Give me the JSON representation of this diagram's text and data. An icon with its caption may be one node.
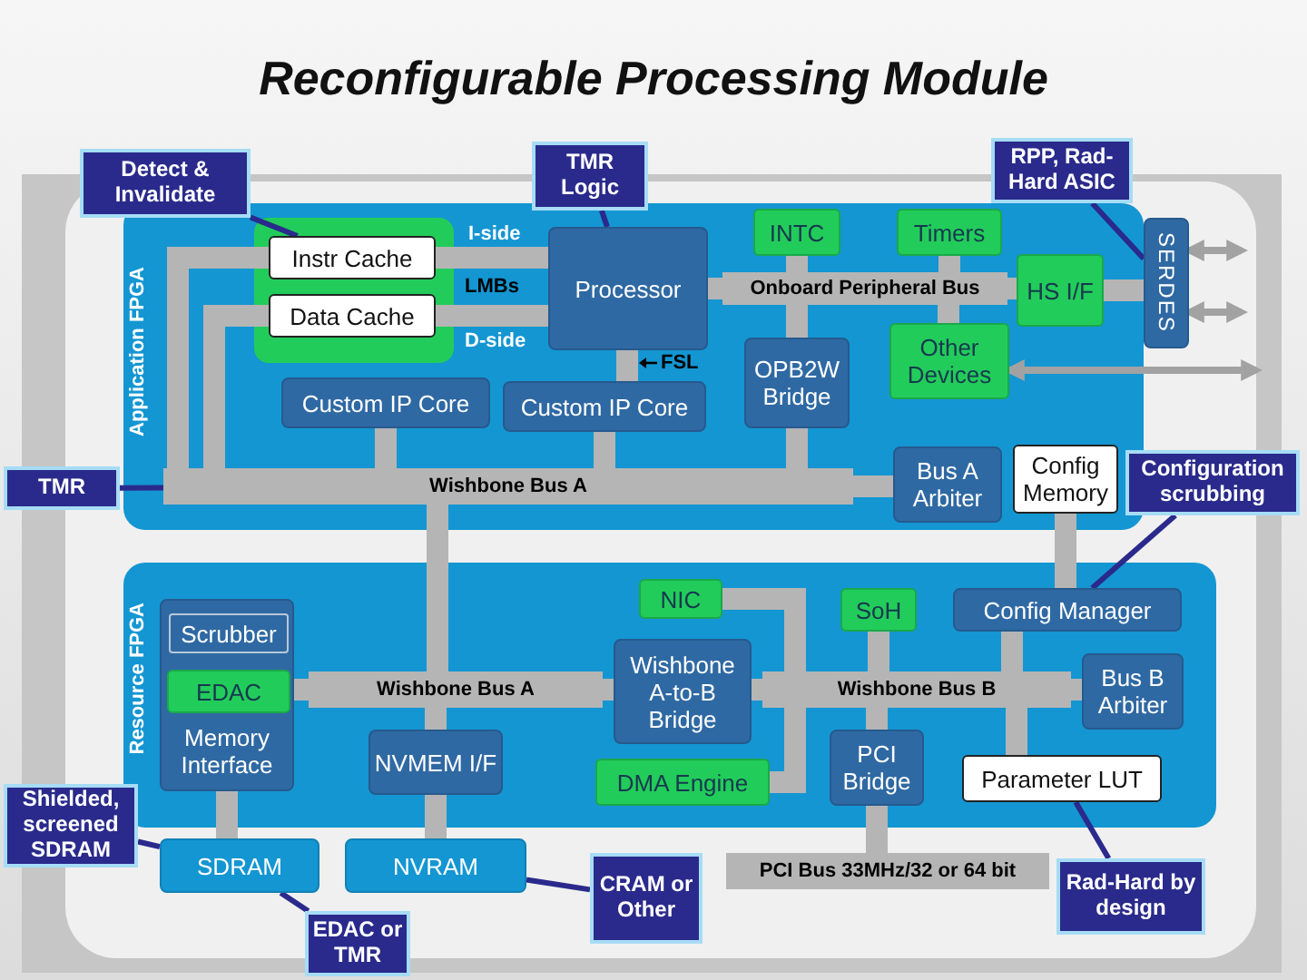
{
  "diagram": {
    "title": "Reconfigurable Processing Module",
    "nodes": [
      {
        "text": [
          "Application FPGA"
        ]
      },
      {
        "text": [],
        "shape": "box",
        "in": 0
      },
      {
        "text": [
          "Instr Cache"
        ],
        "in": 1
      },
      {
        "text": [
          "Data Cache"
        ],
        "in": 1
      },
      {
        "text": [
          "Processor"
        ],
        "in": 0
      },
      {
        "text": [
          "Custom IP Core"
        ],
        "in": 0
      },
      {
        "text": [
          "Custom IP Core"
        ],
        "in": 0
      },
      {
        "text": [
          "INTC"
        ],
        "in": 0
      },
      {
        "text": [
          "Timers"
        ],
        "in": 0
      },
      {
        "text": [
          "HS I/F"
        ],
        "in": 0
      },
      {
        "text": [
          "Onboard Peripheral Bus"
        ],
        "in": 0
      },
      {
        "text": [
          "OPB2W Bridge"
        ],
        "in": 0
      },
      {
        "text": [
          "Other Devices"
        ],
        "in": 0
      },
      {
        "text": [
          "Wishbone Bus A"
        ],
        "in": 0
      },
      {
        "text": [
          "Bus A Arbiter"
        ],
        "in": 0
      },
      {
        "text": [
          "Config Memory"
        ],
        "in": 0
      },
      {
        "text": [
          "SERDES"
        ]
      },
      {
        "text": [
          "Resource FPGA"
        ]
      },
      {
        "text": [
          "Memory Interface"
        ],
        "in": 17
      },
      {
        "text": [
          "Scrubber"
        ],
        "in": 18
      },
      {
        "text": [
          "EDAC"
        ],
        "in": 18
      },
      {
        "text": [
          "Wishbone Bus A"
        ],
        "in": 17
      },
      {
        "text": [
          "NVMEM I/F"
        ],
        "in": 17
      },
      {
        "text": [
          "NIC"
        ],
        "in": 17
      },
      {
        "text": [
          "Wishbone A-to-B Bridge"
        ],
        "in": 17
      },
      {
        "text": [
          "DMA Engine"
        ],
        "in": 17
      },
      {
        "text": [
          "SoH"
        ],
        "in": 17
      },
      {
        "text": [
          "Wishbone Bus B"
        ],
        "in": 17
      },
      {
        "text": [
          "PCI Bridge"
        ],
        "in": 17
      },
      {
        "text": [
          "Config Manager"
        ],
        "in": 17
      },
      {
        "text": [
          "Bus B Arbiter"
        ],
        "in": 17
      },
      {
        "text": [
          "Parameter LUT"
        ],
        "in": 17
      },
      {
        "text": [
          "SDRAM"
        ]
      },
      {
        "text": [
          "NVRAM"
        ]
      },
      {
        "text": [
          "PCI Bus 33MHz/32 or 64 bit"
        ]
      },
      {
        "text": [
          "Detect & Invalidate"
        ]
      },
      {
        "text": [
          "TMR Logic"
        ]
      },
      {
        "text": [
          "RPP, Rad-Hard ASIC"
        ]
      },
      {
        "text": [
          "TMR"
        ]
      },
      {
        "text": [
          "Configuration scrubbing"
        ]
      },
      {
        "text": [
          "Shielded, screened SDRAM"
        ]
      },
      {
        "text": [
          "EDAC or TMR"
        ]
      },
      {
        "text": [
          "CRAM or Other"
        ]
      },
      {
        "text": [
          "Rad-Hard by design"
        ]
      }
    ],
    "edges": [
      {
        "from": 2,
        "to": 4,
        "arrow": "none",
        "label": "I-side"
      },
      {
        "from": 3,
        "to": 4,
        "arrow": "none",
        "label": "D-side"
      },
      {
        "from": 2,
        "to": 13,
        "arrow": "none"
      },
      {
        "from": 3,
        "to": 13,
        "arrow": "none"
      },
      {
        "from": 6,
        "to": 4,
        "arrow": "none",
        "label": "FSL"
      },
      {
        "from": 4,
        "to": 10,
        "arrow": "none"
      },
      {
        "from": 7,
        "to": 10,
        "arrow": "none"
      },
      {
        "from": 8,
        "to": 10,
        "arrow": "none"
      },
      {
        "from": 10,
        "to": 9,
        "arrow": "none"
      },
      {
        "from": 11,
        "to": 10,
        "arrow": "none"
      },
      {
        "from": 12,
        "to": 10,
        "arrow": "none"
      },
      {
        "from": 5,
        "to": 13,
        "arrow": "none"
      },
      {
        "from": 6,
        "to": 13,
        "arrow": "none"
      },
      {
        "from": 11,
        "to": 13,
        "arrow": "none"
      },
      {
        "from": 13,
        "to": 14,
        "arrow": "none"
      },
      {
        "from": 9,
        "to": 16,
        "arrow": "none"
      },
      {
        "from": 16,
        "to": null,
        "arrow": "both"
      },
      {
        "from": 16,
        "to": null,
        "arrow": "both"
      },
      {
        "from": 12,
        "to": null,
        "arrow": "both"
      },
      {
        "from": 15,
        "to": 29,
        "arrow": "none"
      },
      {
        "from": 13,
        "to": 21,
        "arrow": "none"
      },
      {
        "from": 18,
        "to": 21,
        "arrow": "none"
      },
      {
        "from": 21,
        "to": 22,
        "arrow": "none"
      },
      {
        "from": 21,
        "to": 24,
        "arrow": "none"
      },
      {
        "from": 24,
        "to": 27,
        "arrow": "none"
      },
      {
        "from": 23,
        "to": 27,
        "arrow": "none"
      },
      {
        "from": 25,
        "to": 27,
        "arrow": "none"
      },
      {
        "from": 26,
        "to": 27,
        "arrow": "none"
      },
      {
        "from": 28,
        "to": 27,
        "arrow": "none"
      },
      {
        "from": 29,
        "to": 27,
        "arrow": "none"
      },
      {
        "from": 27,
        "to": 30,
        "arrow": "none"
      },
      {
        "from": 27,
        "to": 31,
        "arrow": "none"
      },
      {
        "from": 28,
        "to": 34,
        "arrow": "none"
      },
      {
        "from": 18,
        "to": 32,
        "arrow": "none"
      },
      {
        "from": 22,
        "to": 33,
        "arrow": "none"
      },
      {
        "from": 35,
        "to": 2,
        "arrow": "none",
        "color": "#2a2a8c"
      },
      {
        "from": 36,
        "to": 4,
        "arrow": "none",
        "color": "#2a2a8c"
      },
      {
        "from": 37,
        "to": 16,
        "arrow": "none",
        "color": "#2a2a8c"
      },
      {
        "from": 38,
        "to": 13,
        "arrow": "none",
        "color": "#2a2a8c"
      },
      {
        "from": 39,
        "to": 29,
        "arrow": "none",
        "color": "#2a2a8c"
      },
      {
        "from": 40,
        "to": 32,
        "arrow": "none",
        "color": "#2a2a8c"
      },
      {
        "from": 41,
        "to": 32,
        "arrow": "none",
        "color": "#2a2a8c"
      },
      {
        "from": 42,
        "to": 33,
        "arrow": "none",
        "color": "#2a2a8c"
      },
      {
        "from": 43,
        "to": 31,
        "arrow": "none",
        "color": "#2a2a8c"
      }
    ],
    "labels": [
      "LMBs"
    ]
  }
}
